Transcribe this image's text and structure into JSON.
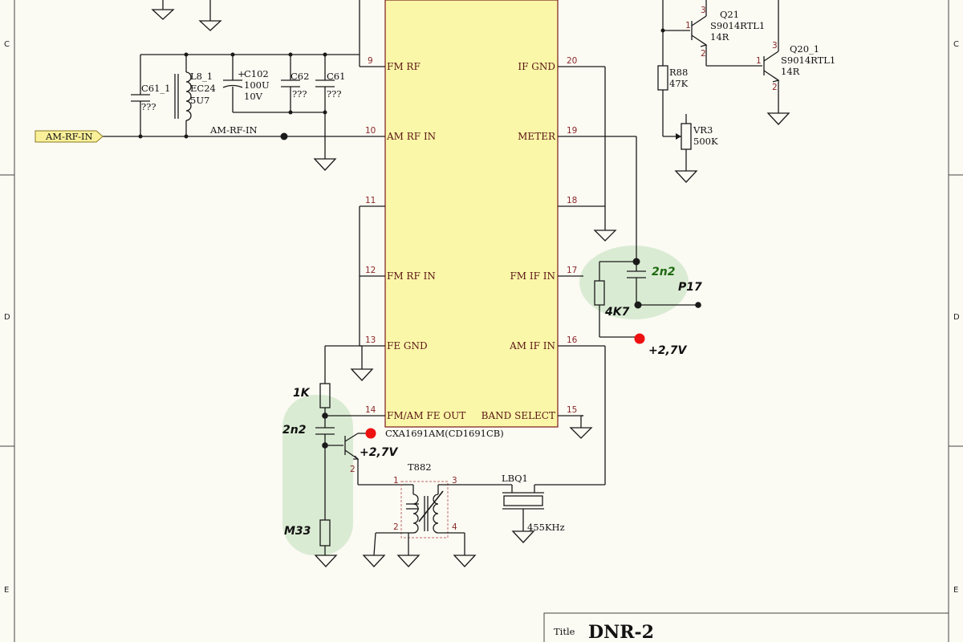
{
  "ic": {
    "part": "CXA1691AM(CD1691CB)",
    "left_pins": [
      {
        "num": "9",
        "label": "FM RF"
      },
      {
        "num": "10",
        "label": "AM RF IN"
      },
      {
        "num": "11",
        "label": ""
      },
      {
        "num": "12",
        "label": "FM RF IN"
      },
      {
        "num": "13",
        "label": "FE GND"
      },
      {
        "num": "14",
        "label": "FM/AM FE OUT"
      }
    ],
    "right_pins": [
      {
        "num": "20",
        "label": "IF GND"
      },
      {
        "num": "19",
        "label": "METER"
      },
      {
        "num": "18",
        "label": ""
      },
      {
        "num": "17",
        "label": "FM IF IN"
      },
      {
        "num": "16",
        "label": "AM IF IN"
      },
      {
        "num": "15",
        "label": "BAND SELECT"
      }
    ]
  },
  "components": {
    "c61_1": {
      "ref": "C61_1",
      "value": "???"
    },
    "l8_1": {
      "ref": "L8_1",
      "value1": "EC24",
      "value2": "5U7"
    },
    "c102": {
      "ref": "C102",
      "value1": "100U",
      "value2": "10V"
    },
    "c62": {
      "ref": "C62",
      "value": "???"
    },
    "c61": {
      "ref": "C61",
      "value": "???"
    },
    "q21": {
      "ref": "Q21",
      "part": "S9014RTL1",
      "value": "14R"
    },
    "q20_1": {
      "ref": "Q20_1",
      "part": "S9014RTL1",
      "value": "14R"
    },
    "r88": {
      "ref": "R88",
      "value": "47K"
    },
    "vr3": {
      "ref": "VR3",
      "value": "500K"
    },
    "t882": {
      "ref": "T882"
    },
    "lbq1": {
      "ref": "LBQ1",
      "value": "455KHz"
    }
  },
  "nets": {
    "am_rf_in_port": "AM-RF-IN",
    "am_rf_in_label": "AM-RF-IN"
  },
  "pin_numbers": {
    "q21_p1": "1",
    "q21_p2": "2",
    "q21_p3": "3",
    "q20_p1": "1",
    "q20_p2": "2",
    "q20_p3": "3",
    "q_low_p2": "2",
    "t882_p1": "1",
    "t882_p2": "2",
    "t882_p3": "3",
    "t882_p4": "4"
  },
  "annotations": {
    "c_2n2_top": "2n2",
    "p17": "P17",
    "r_4k7": "4K7",
    "v27_right": "+2,7V",
    "r_1k": "1K",
    "c_2n2_left": "2n2",
    "v27_left": "+2,7V",
    "m33": "M33"
  },
  "border": {
    "left_c": "C",
    "right_c": "C",
    "left_d": "D",
    "right_d": "D",
    "left_e": "E",
    "right_e": "E"
  },
  "titleblock": {
    "label": "Title",
    "value": "DNR-2"
  },
  "colors": {
    "ic_fill": "#fbf7a8",
    "highlight": "#cfe6c8",
    "probe": "#ee1111"
  }
}
